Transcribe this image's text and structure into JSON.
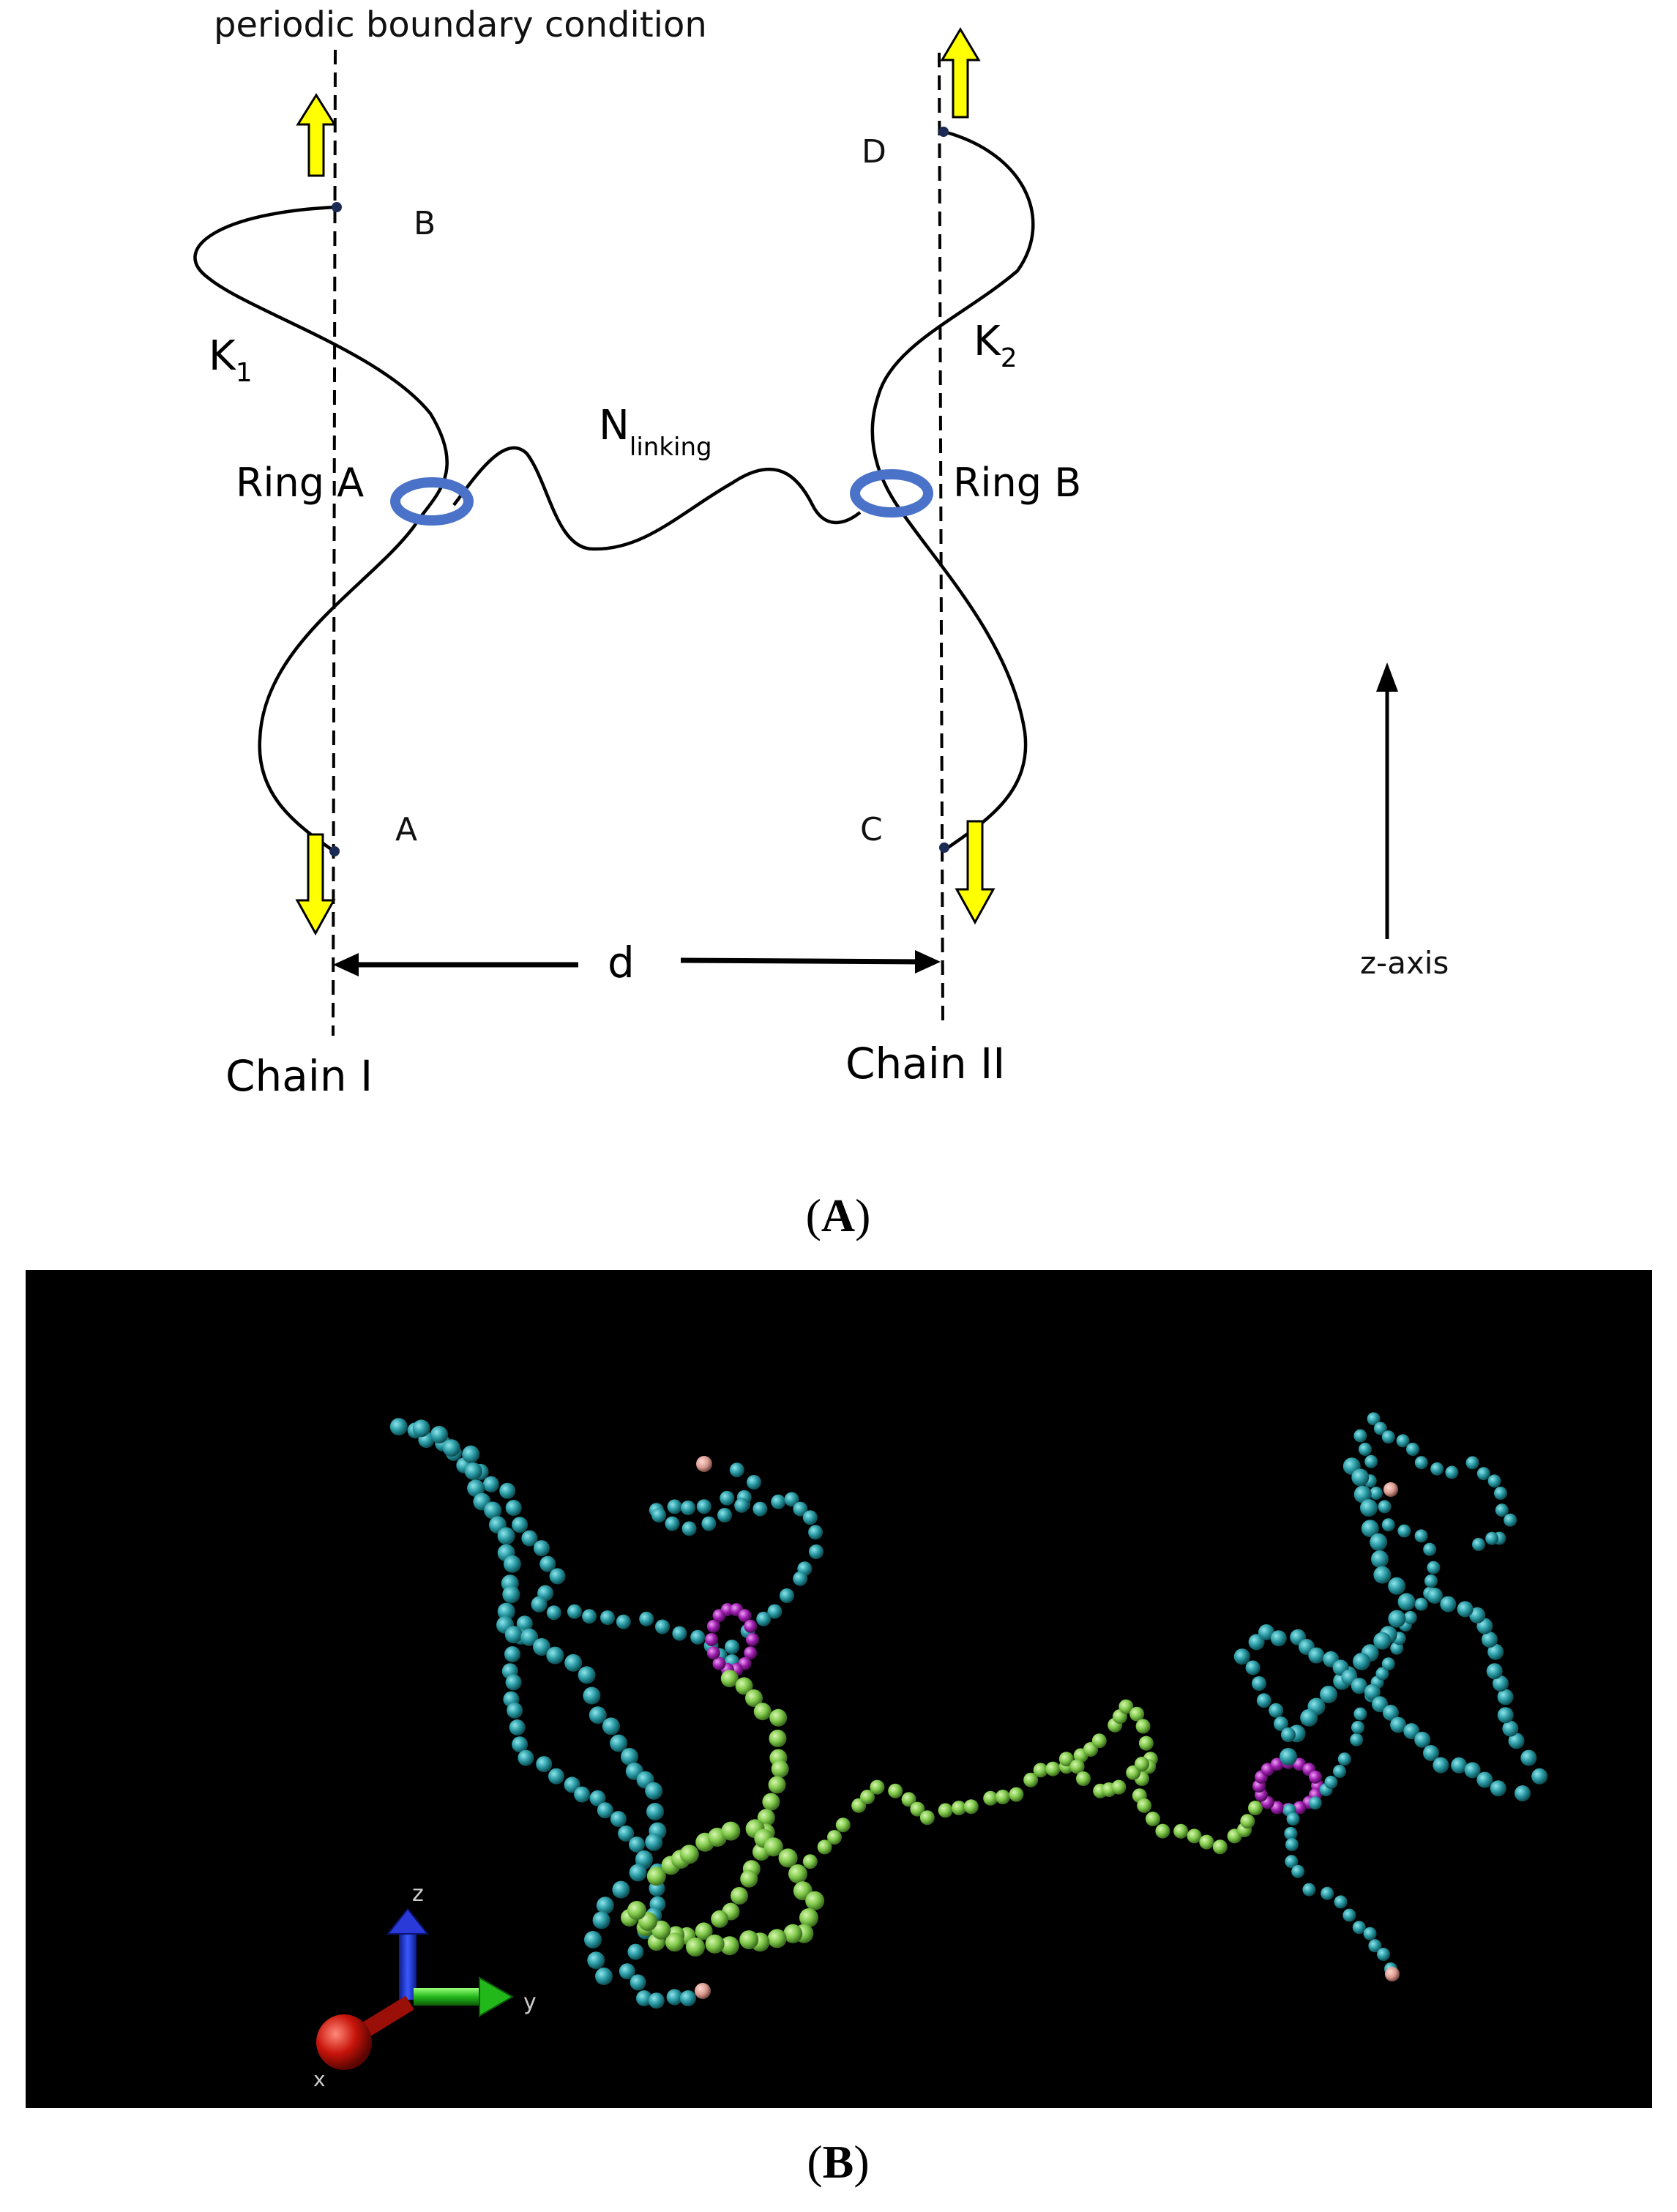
{
  "panel_a": {
    "boundary_label": "periodic boundary condition",
    "point_a": "A",
    "point_b": "B",
    "point_c": "C",
    "point_d": "D",
    "k1_main": "K",
    "k1_sub": "1",
    "k2_main": "K",
    "k2_sub": "2",
    "ring_a": "Ring A",
    "ring_b": "Ring B",
    "n_main": "N",
    "n_sub": "linking",
    "distance": "d",
    "chain_1": "Chain I",
    "chain_2": "Chain II",
    "axis_label": "z-axis",
    "caption_open": "(",
    "caption_letter": "A",
    "caption_close": ")"
  },
  "panel_b": {
    "axis_x": "x",
    "axis_y": "y",
    "axis_z": "z",
    "caption_open": "(",
    "caption_letter": "B",
    "caption_close": ")"
  },
  "colors": {
    "arrow_yellow": "#ffff00",
    "ring_blue": "#4a72c8",
    "chain_cyan": "#2a9aa4",
    "linker_green": "#7fc84a",
    "ring_magenta": "#a020b0",
    "end_pink": "#d99a90",
    "background_black": "#000000"
  }
}
